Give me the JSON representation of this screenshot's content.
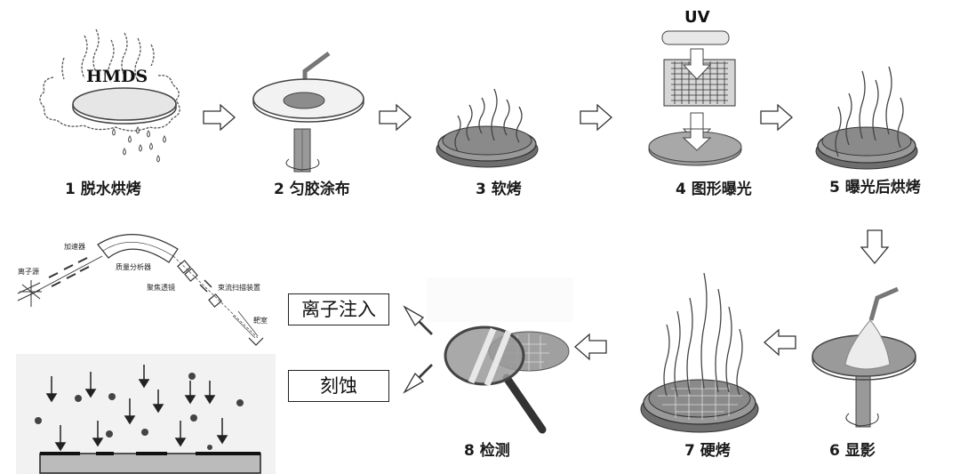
{
  "title": "光刻工艺流程",
  "steps": [
    {
      "num": "1",
      "label": "1 脱水烘烤",
      "annotation": "HMDS"
    },
    {
      "num": "2",
      "label": "2 匀胶涂布"
    },
    {
      "num": "3",
      "label": "3 软烤"
    },
    {
      "num": "4",
      "label": "4 图形曝光",
      "annotation": "UV"
    },
    {
      "num": "5",
      "label": "5 曝光后烘烤"
    },
    {
      "num": "6",
      "label": "6 显影"
    },
    {
      "num": "7",
      "label": "7 硬烤"
    },
    {
      "num": "8",
      "label": "8 检测"
    }
  ],
  "outcomes": [
    {
      "label": "离子注入"
    },
    {
      "label": "刻蚀"
    }
  ],
  "ion_implanter": {
    "labels": {
      "ion_source": "离子源",
      "accelerator": "加速器",
      "mass_analyzer": "质量分析器",
      "focus_lens": "聚焦透镜",
      "beam_scanner": "束流扫描装置",
      "target_chamber": "靶室"
    }
  },
  "flow": [
    "1→2",
    "2→3",
    "3→4",
    "4→5",
    "5→6",
    "6→7",
    "7→8",
    "8→离子注入",
    "8→刻蚀"
  ],
  "colors": {
    "wafer": "#8f8f8f",
    "wafer_edge": "#5a5a5a",
    "arrow_fill": "#ffffff",
    "arrow_stroke": "#333333"
  }
}
